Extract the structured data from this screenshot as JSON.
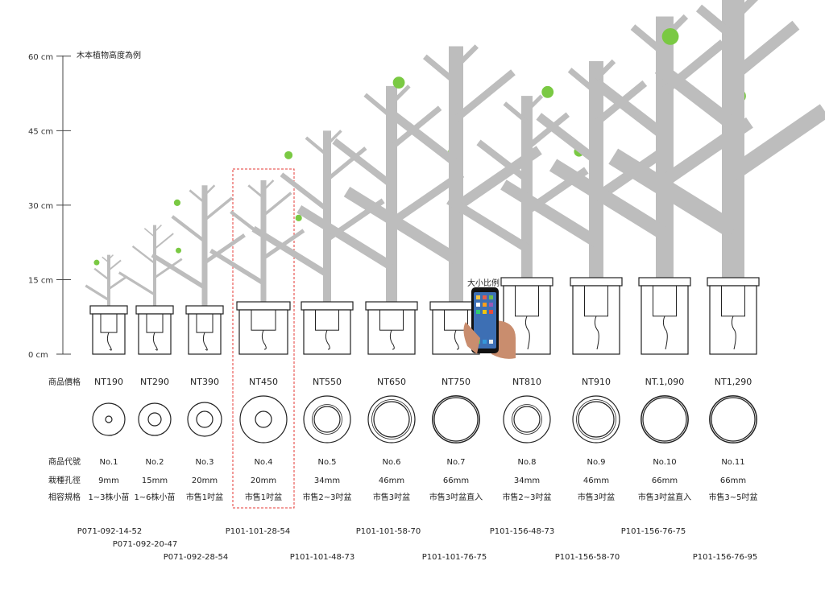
{
  "axis": {
    "caption": "木本植物高度為例",
    "ticks": [
      {
        "value": 0,
        "label": "0 cm"
      },
      {
        "value": 15,
        "label": "15 cm"
      },
      {
        "value": 30,
        "label": "30 cm"
      },
      {
        "value": 45,
        "label": "45 cm"
      },
      {
        "value": 60,
        "label": "60 cm"
      }
    ]
  },
  "row_labels": {
    "price": "商品價格",
    "code": "商品代號",
    "hole": "栽種孔徑",
    "fit": "相容規格"
  },
  "scale_callout": "大小比例",
  "products": [
    {
      "price": "NT190",
      "code": "No.1",
      "hole": "9mm",
      "fit": "1~3株小苗",
      "plant_height_cm": 20,
      "highlighted": false
    },
    {
      "price": "NT290",
      "code": "No.2",
      "hole": "15mm",
      "fit": "1~6株小苗",
      "plant_height_cm": 26,
      "highlighted": false
    },
    {
      "price": "NT390",
      "code": "No.3",
      "hole": "20mm",
      "fit": "市售1吋盆",
      "plant_height_cm": 34,
      "highlighted": false
    },
    {
      "price": "NT450",
      "code": "No.4",
      "hole": "20mm",
      "fit": "市售1吋盆",
      "plant_height_cm": 35,
      "highlighted": true
    },
    {
      "price": "NT550",
      "code": "No.5",
      "hole": "34mm",
      "fit": "市售2~3吋盆",
      "plant_height_cm": 45,
      "highlighted": false
    },
    {
      "price": "NT650",
      "code": "No.6",
      "hole": "46mm",
      "fit": "市售3吋盆",
      "plant_height_cm": 54,
      "highlighted": false
    },
    {
      "price": "NT750",
      "code": "No.7",
      "hole": "66mm",
      "fit": "市售3吋盆直入",
      "plant_height_cm": 62,
      "highlighted": false
    },
    {
      "price": "NT810",
      "code": "No.8",
      "hole": "34mm",
      "fit": "市售2~3吋盆",
      "plant_height_cm": 52,
      "highlighted": false
    },
    {
      "price": "NT910",
      "code": "No.9",
      "hole": "46mm",
      "fit": "市售3吋盆",
      "plant_height_cm": 59,
      "highlighted": false
    },
    {
      "price": "NT.1,090",
      "code": "No.10",
      "hole": "66mm",
      "fit": "市售3吋盆直入",
      "plant_height_cm": 68,
      "highlighted": false
    },
    {
      "price": "NT1,290",
      "code": "No.11",
      "hole": "66mm",
      "fit": "市售3~5吋盆",
      "plant_height_cm": 72,
      "highlighted": false
    }
  ],
  "part_numbers": [
    "P071-092-14-52",
    "P071-092-20-47",
    "P071-092-28-54",
    "P101-101-28-54",
    "P101-101-48-73",
    "P101-101-58-70",
    "P101-101-76-75",
    "P101-156-48-73",
    "P101-156-58-70",
    "P101-156-76-75",
    "P101-156-76-95"
  ],
  "colors": {
    "branch": "#bdbdbd",
    "leaf": "#7ac943",
    "outline": "#222222",
    "highlight": "#e53935"
  },
  "icons": {
    "phone": "phone-in-hand-icon"
  }
}
